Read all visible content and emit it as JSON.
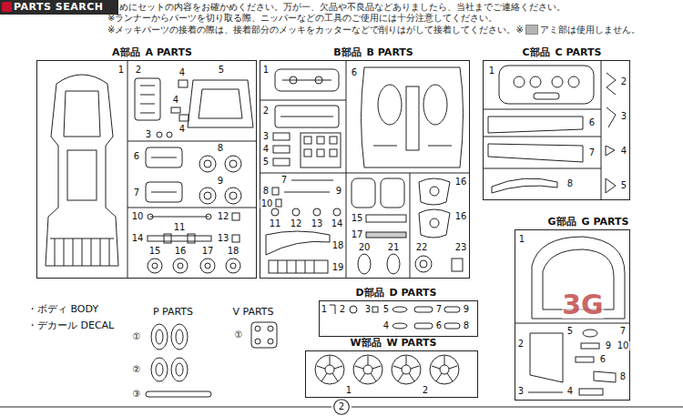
{
  "diagram": {
    "nodes": [
      {
        "text": [
          "A部品",
          "A PARTS"
        ]
      },
      {
        "text": [
          "B部品",
          "B PARTS"
        ]
      },
      {
        "text": [
          "C部品",
          "C PARTS"
        ]
      },
      {
        "text": [
          "G部品",
          "G PARTS"
        ]
      },
      {
        "text": [
          "D部品",
          "D PARTS"
        ]
      },
      {
        "text": [
          "W部品",
          "W PARTS"
        ]
      },
      {
        "text": [
          "2"
        ]
      }
    ],
    "labels": [
      "PARTS SEARCH",
      "めにセットの内容をお確かめください。万が一、欠品や不良品などありましたら、当社までご連絡ください。",
      "※ランナーからパーツを切り取る際、ニッパーなどの工具のご使用には十分注意してください。",
      "※メッキパーツの接着の際は、接着部分のメッキをカッターなどで削りはがして接着してください。※",
      "1",
      "2",
      "4",
      "5",
      "4",
      "3",
      "4",
      "6",
      "8",
      "7",
      "9",
      "10",
      "11",
      "12",
      "14",
      "13",
      "15",
      "16",
      "17",
      "18",
      "1",
      "6",
      "2",
      "3",
      "4",
      "5",
      "7",
      "9",
      "8",
      "10",
      "11",
      "12",
      "13",
      "14",
      "18",
      "19",
      "15",
      "17",
      "20",
      "21",
      "16",
      "16",
      "22",
      "23",
      "1",
      "2",
      "3",
      "4",
      "5",
      "6",
      "7",
      "8",
      "1",
      "5",
      "7",
      "9",
      "10",
      "2",
      "6",
      "8",
      "3",
      "4",
      "1",
      "2",
      "3",
      "5",
      "7",
      "9",
      "4",
      "6",
      "8",
      "1",
      "2",
      "・ボディ BODY",
      "・デカール DECAL",
      "P PARTS",
      "V PARTS",
      "①",
      "②",
      "③",
      "①",
      "3G"
    ],
    "legend": [
      {
        "text": "アミ部は使用しません。",
        "color": "#b4b4b4"
      }
    ]
  }
}
